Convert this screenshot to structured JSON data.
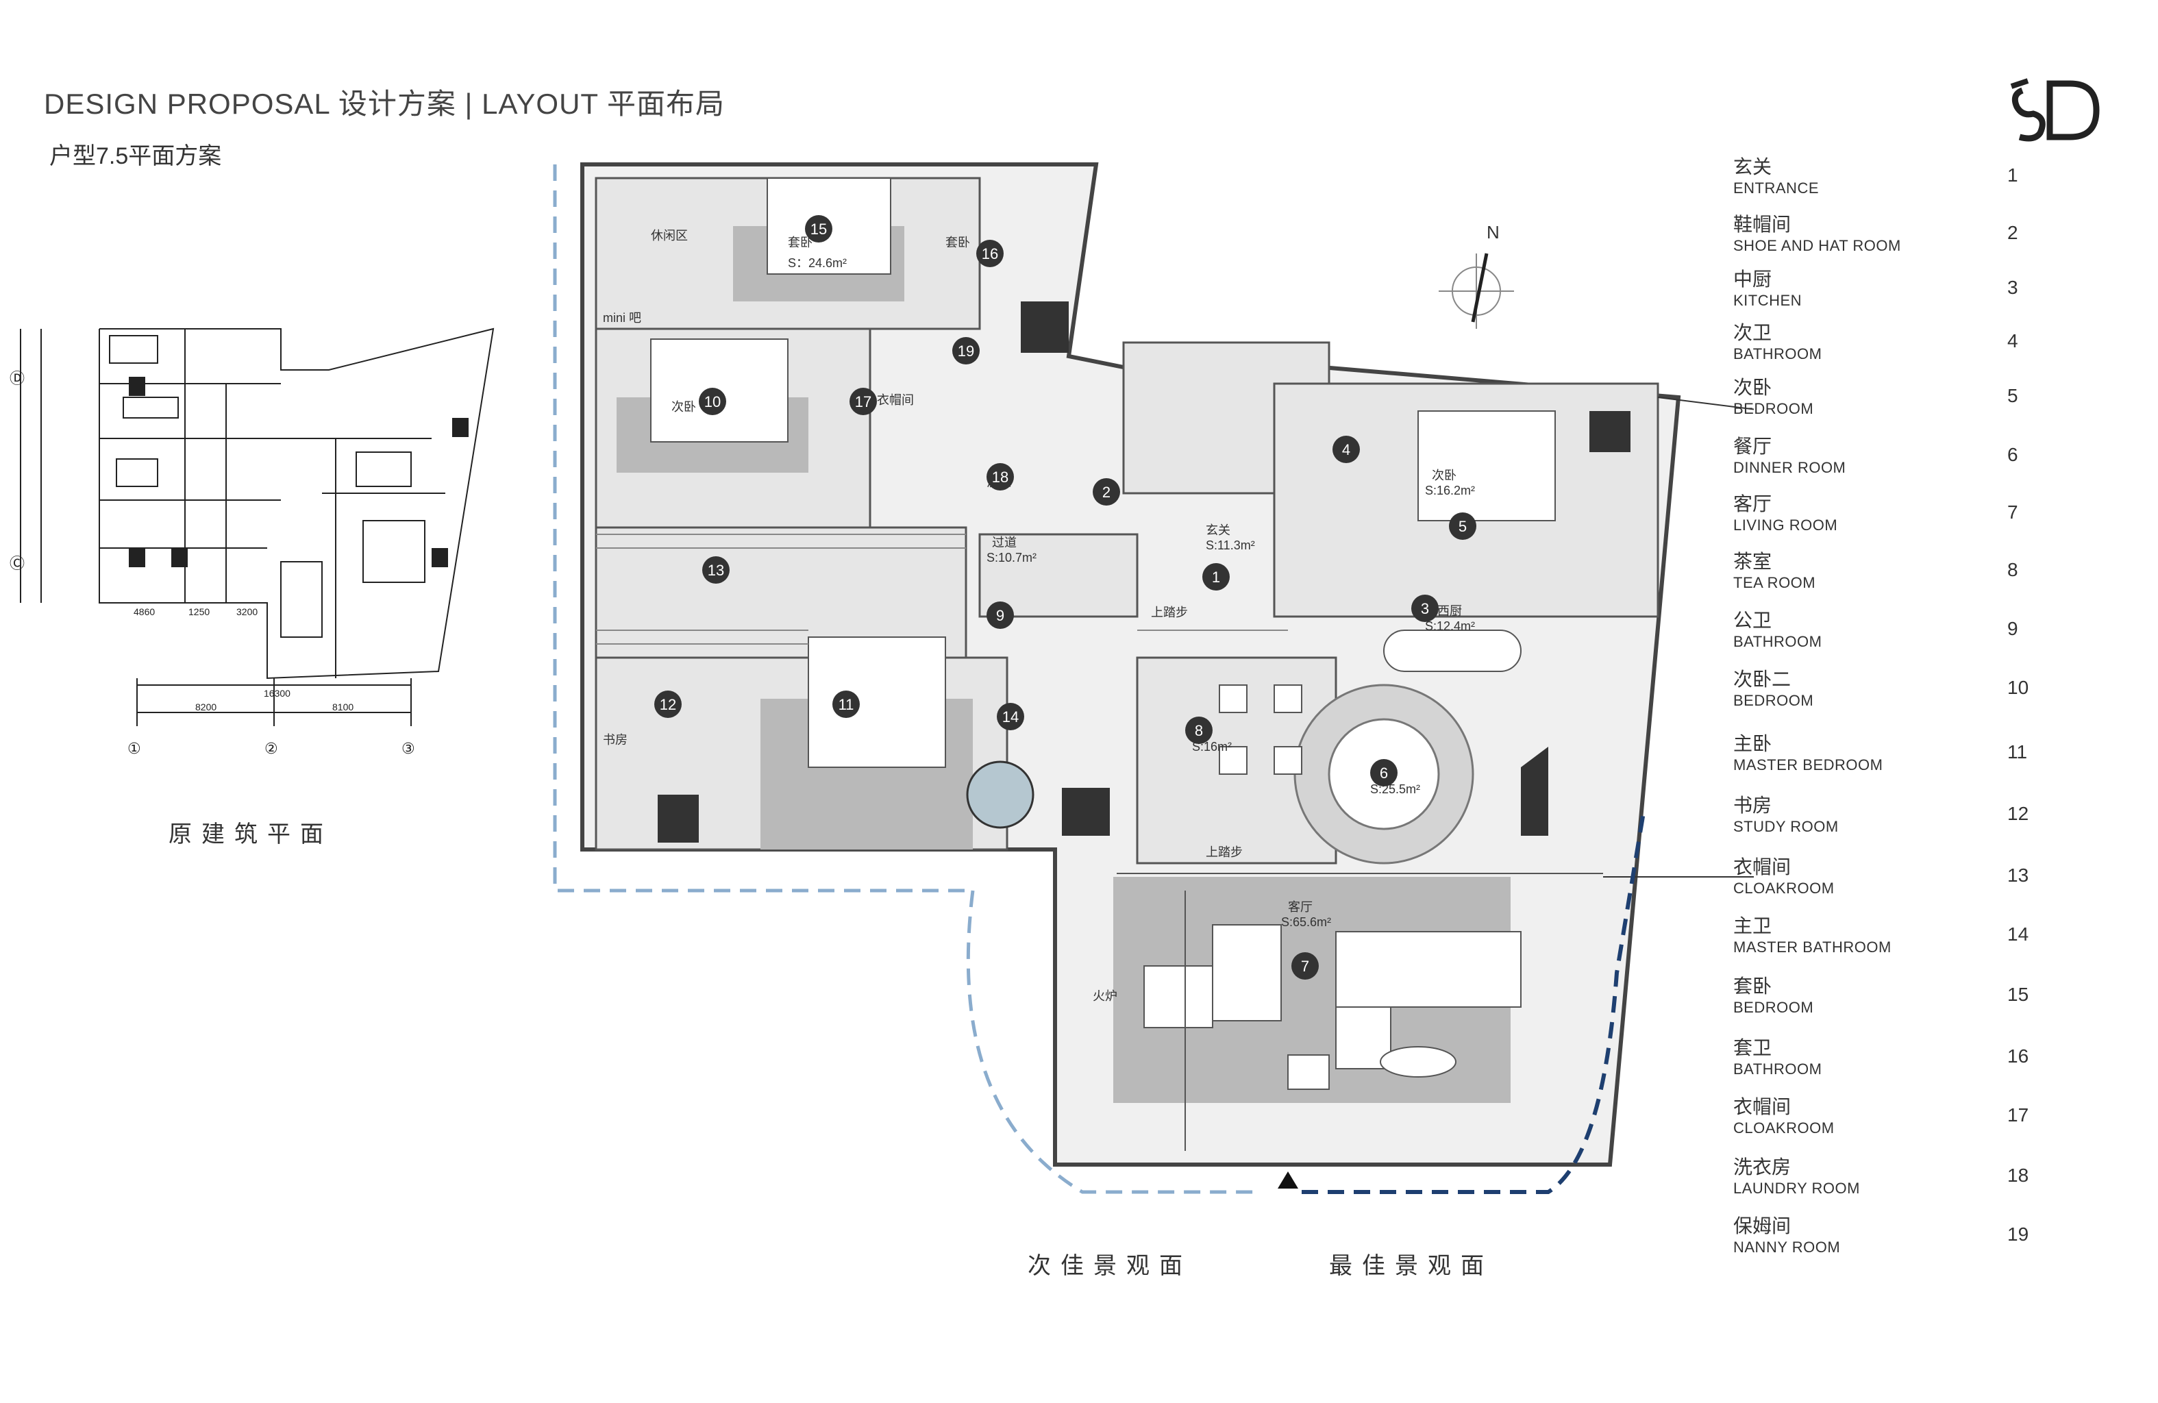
{
  "header": {
    "title": "DESIGN PROPOSAL 设计方案 | LAYOUT 平面布局",
    "subtitle": "户型7.5平面方案"
  },
  "logo": {
    "text": "SD"
  },
  "legend": [
    {
      "cn": "玄关",
      "en": "ENTRANCE",
      "num": "1"
    },
    {
      "cn": "鞋帽间",
      "en": "SHOE AND HAT ROOM",
      "num": "2"
    },
    {
      "cn": "中厨",
      "en": "KITCHEN",
      "num": "3"
    },
    {
      "cn": "次卫",
      "en": "BATHROOM",
      "num": "4"
    },
    {
      "cn": "次卧",
      "en": "BEDROOM",
      "num": "5"
    },
    {
      "cn": "餐厅",
      "en": "DINNER ROOM",
      "num": "6"
    },
    {
      "cn": "客厅",
      "en": "LIVING ROOM",
      "num": "7"
    },
    {
      "cn": "茶室",
      "en": "TEA ROOM",
      "num": "8"
    },
    {
      "cn": "公卫",
      "en": "BATHROOM",
      "num": "9"
    },
    {
      "cn": "次卧二",
      "en": "BEDROOM",
      "num": "10"
    },
    {
      "cn": "主卧",
      "en": "MASTER BEDROOM",
      "num": "11"
    },
    {
      "cn": "书房",
      "en": "STUDY ROOM",
      "num": "12"
    },
    {
      "cn": "衣帽间",
      "en": "CLOAKROOM",
      "num": "13"
    },
    {
      "cn": "主卫",
      "en": "MASTER BATHROOM",
      "num": "14"
    },
    {
      "cn": "套卧",
      "en": "BEDROOM",
      "num": "15"
    },
    {
      "cn": "套卫",
      "en": "BATHROOM",
      "num": "16"
    },
    {
      "cn": "衣帽间",
      "en": "CLOAKROOM",
      "num": "17"
    },
    {
      "cn": "洗衣房",
      "en": "LAUNDRY ROOM",
      "num": "18"
    },
    {
      "cn": "保姆间",
      "en": "NANNY ROOM",
      "num": "19"
    }
  ],
  "captions": {
    "original_plan": "原建筑平面",
    "secondary_view": "次佳景观面",
    "best_view": "最佳景观面"
  },
  "plan": {
    "compass": "N",
    "markers": [
      "1",
      "2",
      "3",
      "4",
      "5",
      "6",
      "7",
      "8",
      "9",
      "10",
      "11",
      "12",
      "13",
      "14",
      "15",
      "16",
      "17",
      "18",
      "19"
    ],
    "room_labels": {
      "leisure": "休闲区",
      "mini_bar": "mini 吧",
      "suite": "套卧",
      "suite_area": "S：24.6m²",
      "suite_bath": "套卧",
      "second_bed": "次卧",
      "cloak": "衣帽间",
      "laundry": "洗衣",
      "corridor": "过道",
      "corridor_area": "S:10.7m²",
      "foyer": "玄关",
      "foyer_area": "S:11.3m²",
      "kitchen": "中西厨",
      "kitchen_area": "S:12.4m²",
      "bedroom5": "次卧",
      "bedroom5_area": "S:16.2m²",
      "study": "书房",
      "dining_area": "S:25.5m²",
      "tea_area": "S:16m²",
      "living": "客厅",
      "living_area": "S:65.6m²",
      "fireplace": "火炉",
      "step1": "上踏步",
      "step2": "上踏步"
    }
  },
  "small_plan": {
    "axis_labels": [
      "①",
      "②",
      "③",
      "Ⓓ",
      "Ⓒ"
    ],
    "dims": [
      "8200",
      "16300",
      "8100",
      "4860",
      "1250",
      "3200"
    ]
  }
}
